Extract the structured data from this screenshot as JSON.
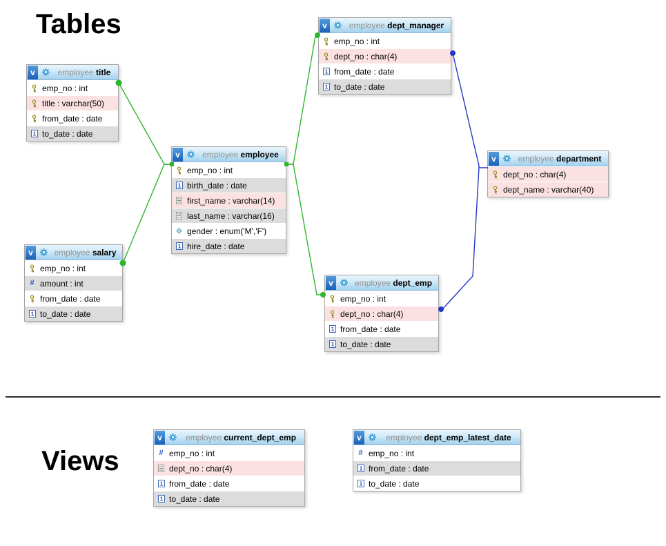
{
  "sections": {
    "tables_heading": "Tables",
    "views_heading": "Views"
  },
  "colors": {
    "relation_green": "#2eb52e",
    "relation_blue": "#2438c8",
    "row_white": "#ffffff",
    "row_gray": "#dcdcdc",
    "row_pink": "#fbe1e1",
    "header_blue": "#a3d1ee"
  },
  "icons": {
    "view_toggle_label": "v"
  },
  "entities": [
    {
      "schema": "employee",
      "name": "title",
      "columns": [
        {
          "icon": "key",
          "text": "emp_no : int",
          "bg": "white"
        },
        {
          "icon": "key",
          "text": "title : varchar(50)",
          "bg": "pink"
        },
        {
          "icon": "key",
          "text": "from_date : date",
          "bg": "white"
        },
        {
          "icon": "date",
          "text": "to_date : date",
          "bg": "gray"
        }
      ]
    },
    {
      "schema": "employee",
      "name": "employee",
      "columns": [
        {
          "icon": "key",
          "text": "emp_no : int",
          "bg": "white"
        },
        {
          "icon": "date",
          "text": "birth_date : date",
          "bg": "gray"
        },
        {
          "icon": "text",
          "text": "first_name : varchar(14)",
          "bg": "pink"
        },
        {
          "icon": "text",
          "text": "last_name : varchar(16)",
          "bg": "gray"
        },
        {
          "icon": "enum",
          "text": "gender : enum('M','F')",
          "bg": "white"
        },
        {
          "icon": "date",
          "text": "hire_date : date",
          "bg": "gray"
        }
      ]
    },
    {
      "schema": "employee",
      "name": "dept_manager",
      "columns": [
        {
          "icon": "key",
          "text": "emp_no : int",
          "bg": "white"
        },
        {
          "icon": "key",
          "text": "dept_no : char(4)",
          "bg": "pink"
        },
        {
          "icon": "date",
          "text": "from_date : date",
          "bg": "white"
        },
        {
          "icon": "date",
          "text": "to_date : date",
          "bg": "gray"
        }
      ]
    },
    {
      "schema": "employee",
      "name": "salary",
      "columns": [
        {
          "icon": "key",
          "text": "emp_no : int",
          "bg": "white"
        },
        {
          "icon": "num",
          "text": "amount : int",
          "bg": "gray"
        },
        {
          "icon": "key",
          "text": "from_date : date",
          "bg": "white"
        },
        {
          "icon": "date",
          "text": "to_date : date",
          "bg": "gray"
        }
      ]
    },
    {
      "schema": "employee",
      "name": "department",
      "columns": [
        {
          "icon": "key",
          "text": "dept_no : char(4)",
          "bg": "pink"
        },
        {
          "icon": "key",
          "text": "dept_name : varchar(40)",
          "bg": "pink"
        }
      ]
    },
    {
      "schema": "employee",
      "name": "dept_emp",
      "columns": [
        {
          "icon": "key",
          "text": "emp_no : int",
          "bg": "white"
        },
        {
          "icon": "key",
          "text": "dept_no : char(4)",
          "bg": "pink"
        },
        {
          "icon": "date",
          "text": "from_date : date",
          "bg": "white"
        },
        {
          "icon": "date",
          "text": "to_date : date",
          "bg": "gray"
        }
      ]
    },
    {
      "schema": "employee",
      "name": "current_dept_emp",
      "columns": [
        {
          "icon": "num",
          "text": "emp_no : int",
          "bg": "white"
        },
        {
          "icon": "text",
          "text": "dept_no : char(4)",
          "bg": "pink"
        },
        {
          "icon": "date",
          "text": "from_date : date",
          "bg": "white"
        },
        {
          "icon": "date",
          "text": "to_date : date",
          "bg": "gray"
        }
      ]
    },
    {
      "schema": "employee",
      "name": "dept_emp_latest_date",
      "columns": [
        {
          "icon": "num",
          "text": "emp_no : int",
          "bg": "white"
        },
        {
          "icon": "date",
          "text": "from_date : date",
          "bg": "gray"
        },
        {
          "icon": "date",
          "text": "to_date : date",
          "bg": "white"
        }
      ]
    }
  ],
  "relations": [
    {
      "from": "title.emp_no",
      "to": "employee.emp_no",
      "color_key": "relation_green"
    },
    {
      "from": "salary.emp_no",
      "to": "employee.emp_no",
      "color_key": "relation_green"
    },
    {
      "from": "dept_manager.emp_no",
      "to": "employee.emp_no",
      "color_key": "relation_green"
    },
    {
      "from": "dept_emp.emp_no",
      "to": "employee.emp_no",
      "color_key": "relation_green"
    },
    {
      "from": "dept_manager.dept_no",
      "to": "department.dept_no",
      "color_key": "relation_blue"
    },
    {
      "from": "dept_emp.dept_no",
      "to": "department.dept_no",
      "color_key": "relation_blue"
    }
  ]
}
